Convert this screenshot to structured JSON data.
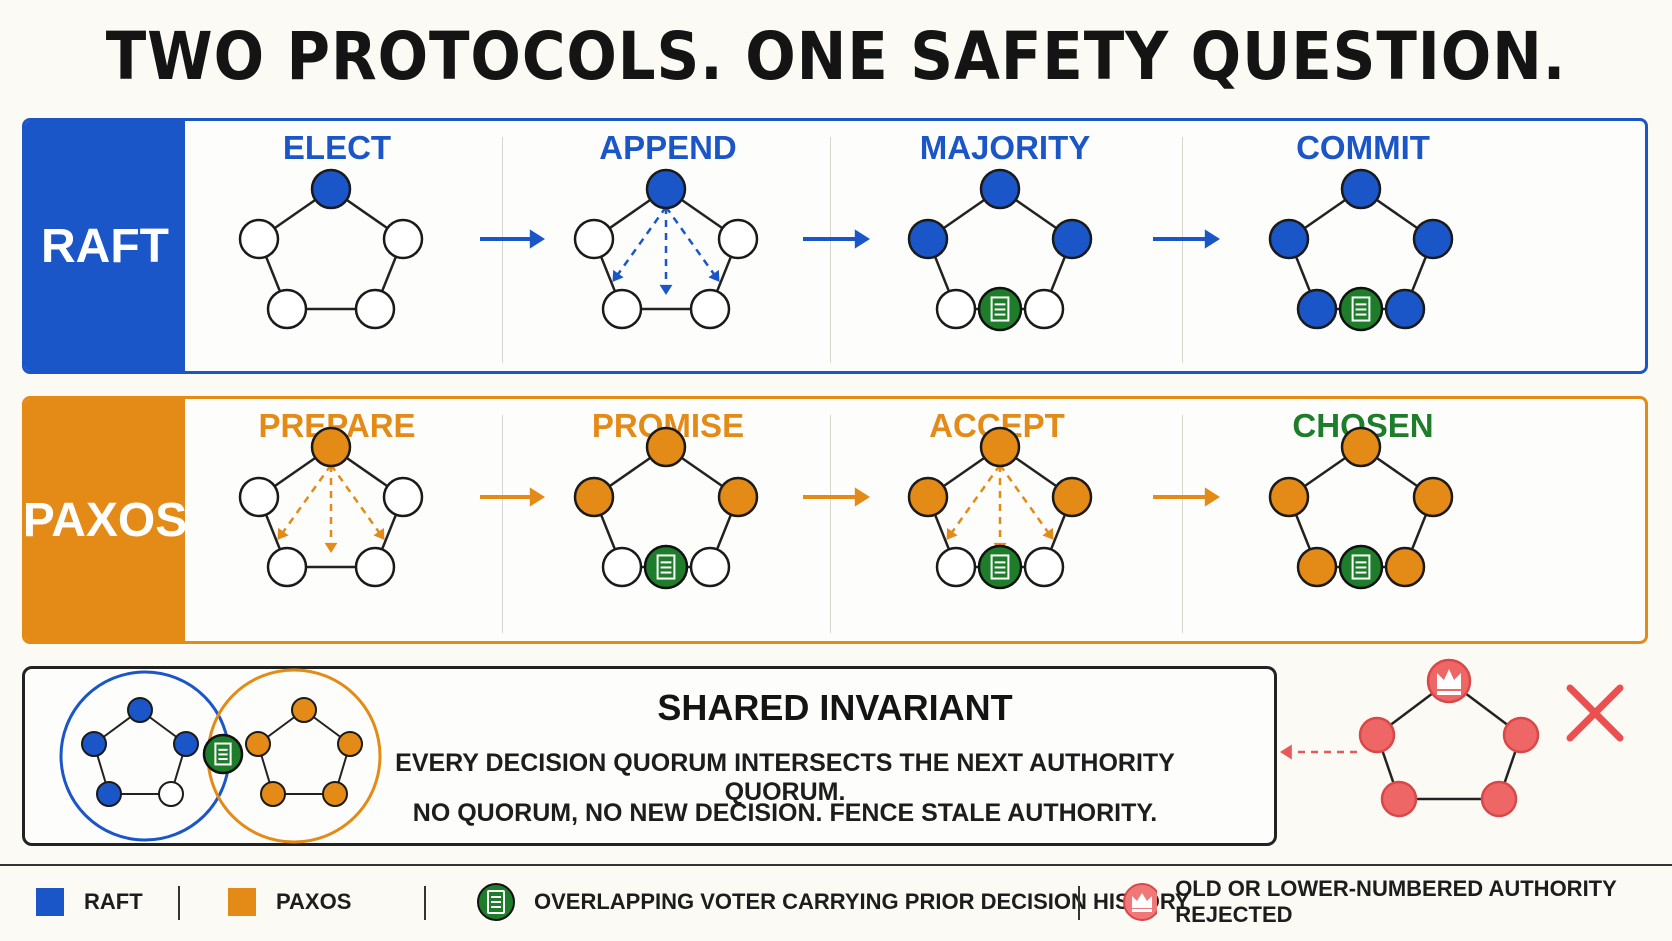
{
  "title": "TWO PROTOCOLS. ONE SAFETY QUESTION.",
  "colors": {
    "raft": "#1b56c9",
    "paxos": "#e48a17",
    "overlap": "#1e7d2a",
    "rejected": "#ee6666",
    "chosen_title": "#1e7d2a"
  },
  "raft": {
    "label": "RAFT",
    "steps": [
      {
        "title": "ELECT",
        "filled": [
          0
        ],
        "arrows": false,
        "doc": false
      },
      {
        "title": "APPEND",
        "filled": [
          0
        ],
        "arrows": true,
        "doc": false
      },
      {
        "title": "MAJORITY",
        "filled": [
          0,
          1,
          4
        ],
        "arrows": false,
        "doc": true
      },
      {
        "title": "COMMIT",
        "filled": [
          0,
          1,
          2,
          3,
          4
        ],
        "arrows": false,
        "doc": true
      }
    ]
  },
  "paxos": {
    "label": "PAXOS",
    "steps": [
      {
        "title": "PREPARE",
        "filled": [
          0
        ],
        "arrows": true,
        "doc": false
      },
      {
        "title": "PROMISE",
        "filled": [
          0,
          1,
          4
        ],
        "arrows": false,
        "doc": true
      },
      {
        "title": "ACCEPT",
        "filled": [
          0,
          1,
          4
        ],
        "arrows": true,
        "doc": true
      },
      {
        "title": "CHOSEN",
        "filled": [
          0,
          1,
          2,
          3,
          4
        ],
        "arrows": false,
        "doc": true,
        "title_color": "chosen"
      }
    ]
  },
  "invariant": {
    "title": "SHARED INVARIANT",
    "line1": "EVERY DECISION QUORUM INTERSECTS THE NEXT AUTHORITY QUORUM.",
    "line2": "NO QUORUM, NO NEW DECISION. FENCE STALE AUTHORITY."
  },
  "legend": {
    "raft": "RAFT",
    "paxos": "PAXOS",
    "overlap": "OVERLAPPING VOTER CARRYING PRIOR DECISION HISTORY",
    "rejected": "OLD OR LOWER-NUMBERED AUTHORITY REJECTED"
  }
}
